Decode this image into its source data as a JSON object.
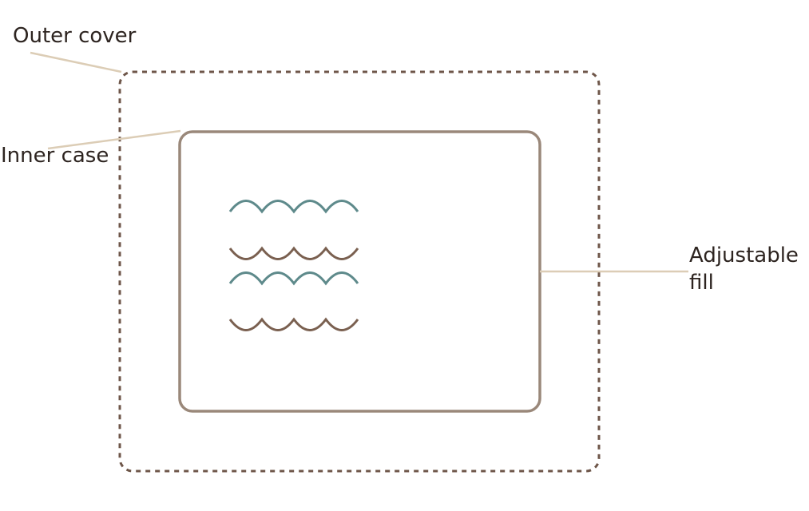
{
  "labels": {
    "outer_cover": "Outer cover",
    "inner_case": "Inner case",
    "adjustable_fill": [
      "Adjustable",
      "fill"
    ]
  },
  "colors": {
    "text": "#2d2420",
    "outer_border": "#6e5649",
    "inner_border": "#9a887a",
    "leader_line": "#dccdb6",
    "wave_teal": "#5e8a8b",
    "wave_brown": "#7a6050",
    "background": "#ffffff"
  }
}
